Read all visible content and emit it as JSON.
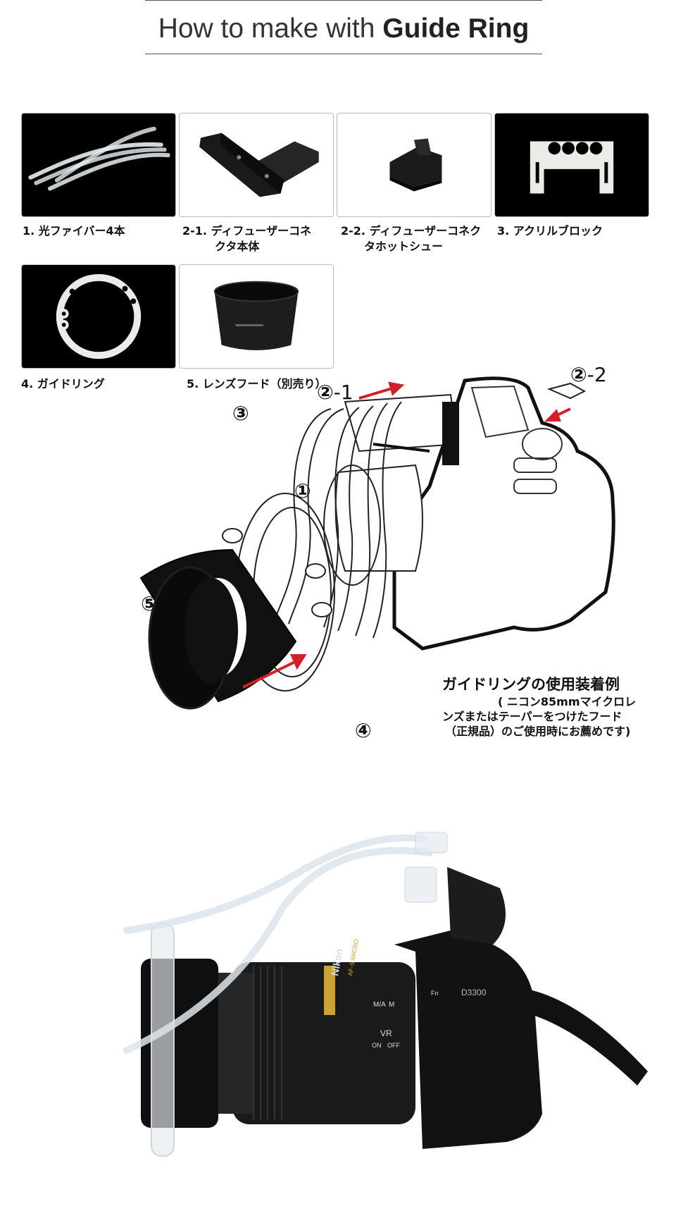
{
  "header": {
    "title_prefix": "How to make with ",
    "title_strong": "Guide Ring"
  },
  "parts": [
    {
      "caption": "1. 光ファイバー4本"
    },
    {
      "caption": "2-1. ディフューザーコネ",
      "caption2": "クタ本体"
    },
    {
      "caption": "2-2. ディフューザーコネク",
      "caption2": "タホットシュー"
    },
    {
      "caption": "3. アクリルブロック"
    },
    {
      "caption": "4. ガイドリング"
    },
    {
      "caption": "5. レンズフード（別売り）"
    }
  ],
  "diagram": {
    "labels": {
      "n1": "①",
      "n2_1_num": "②",
      "n2_1_sub": "-1",
      "n2_2_num": "②",
      "n2_2_sub": "-2",
      "n3": "③",
      "n4": "④",
      "n5": "⑤"
    },
    "accent_color": "#d0202a"
  },
  "note": {
    "title": "ガイドリングの使用装着例",
    "line1": "( ニコン85mmマイクロレ",
    "line2": "ンズまたはテーパーをつけたフード",
    "line3": "（正規品）のご使用時にお薦めです)"
  },
  "photo": {
    "lens_brand": "Nikon",
    "lens_mark": "AF-S MICRO",
    "switch_ma": "M/A",
    "switch_m": "M",
    "switch_vr": "VR",
    "switch_on": "ON",
    "switch_off": "OFF",
    "camera_model": "D3300",
    "button_fn": "Fn"
  }
}
